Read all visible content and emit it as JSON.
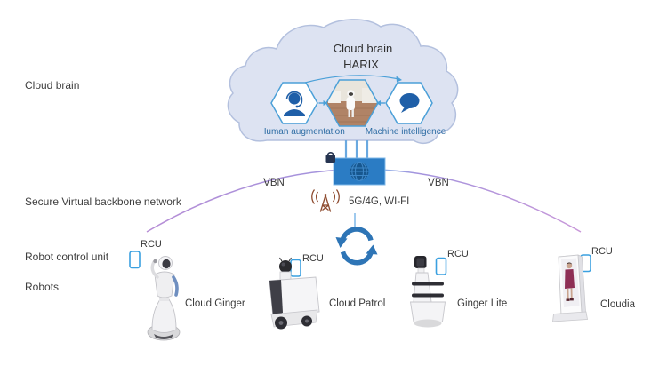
{
  "row_labels": {
    "cloud_brain": "Cloud brain",
    "backbone": "Secure Virtual backbone network",
    "rcu": "Robot control unit",
    "robots": "Robots"
  },
  "cloud": {
    "title": "Cloud brain",
    "subtitle": "HARIX",
    "left_capability": "Human augmentation",
    "right_capability": "Machine intelligence"
  },
  "network": {
    "vbn_left": "VBN",
    "vbn_right": "VBN",
    "wireless": "5G/4G, WI-FI"
  },
  "rcu": {
    "label": "RCU"
  },
  "robots": [
    {
      "name": "Cloud Ginger"
    },
    {
      "name": "Cloud Patrol"
    },
    {
      "name": "Ginger Lite"
    },
    {
      "name": "Cloudia"
    }
  ],
  "icons": {
    "human_augmentation": "person-headset-icon",
    "machine_intelligence": "speech-bubble-icon",
    "simulation": "robot-room-photo",
    "gateway": "globe-router-icon",
    "security": "lock-icon",
    "wireless": "antenna-icon",
    "sync": "circular-arrows-icon",
    "rcu_device": "smartphone-icon"
  },
  "colors": {
    "hex_stroke": "#4ba0d8",
    "icon_blue": "#1f5fa8",
    "router_blue": "#2b7cc4",
    "connector_blue": "#7fb8e8",
    "sync_blue": "#2e75b6",
    "purple": "#a98fd9",
    "antenna_brown": "#8d4a2e",
    "cloud_fill": "#dde3f2",
    "cloud_stroke": "#b3c0de",
    "label_blue": "#2e6da4",
    "text_dark": "#3d3d3d"
  }
}
